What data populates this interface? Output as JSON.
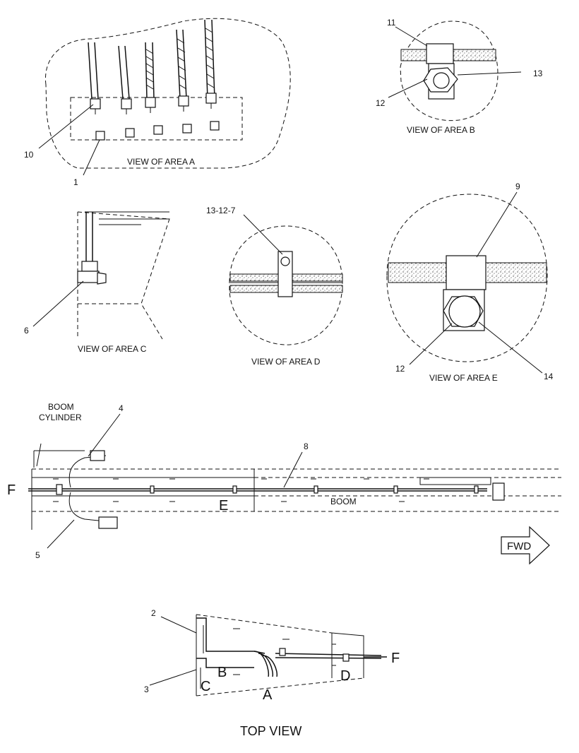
{
  "views": {
    "a": "VIEW OF AREA A",
    "b": "VIEW OF AREA B",
    "c": "VIEW OF AREA C",
    "d": "VIEW OF AREA D",
    "e": "VIEW OF AREA E"
  },
  "callouts": {
    "c1": "1",
    "c2": "2",
    "c3": "3",
    "c4": "4",
    "c5": "5",
    "c6": "6",
    "c8": "8",
    "c9": "9",
    "c10": "10",
    "c11": "11",
    "c12b": "12",
    "c12e": "12",
    "c13": "13",
    "c14": "14",
    "c13127": "13-12-7"
  },
  "side_view": {
    "boom_cylinder_line1": "BOOM",
    "boom_cylinder_line2": "CYLINDER",
    "boom": "BOOM",
    "mark_f": "F",
    "mark_e": "E",
    "fwd": "FWD"
  },
  "top_view": {
    "title": "TOP VIEW",
    "mark_a": "A",
    "mark_b": "B",
    "mark_c": "C",
    "mark_d": "D",
    "mark_f": "F"
  }
}
